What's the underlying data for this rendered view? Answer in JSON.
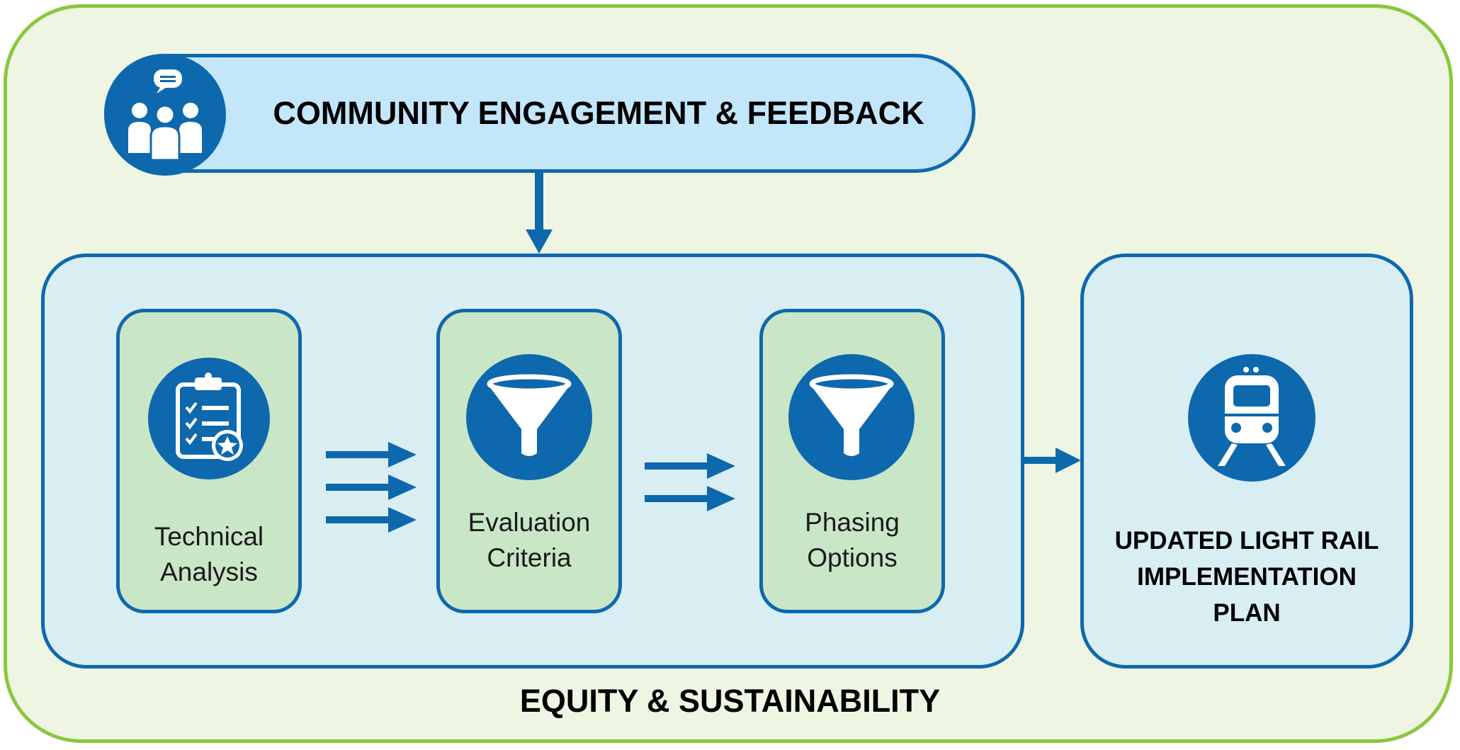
{
  "header": {
    "title": "COMMUNITY ENGAGEMENT & FEEDBACK",
    "icon": "community-people-icon"
  },
  "steps": [
    {
      "line1": "Technical",
      "line2": "Analysis",
      "icon": "clipboard-checklist-icon"
    },
    {
      "line1": "Evaluation",
      "line2": "Criteria",
      "icon": "funnel-icon"
    },
    {
      "line1": "Phasing",
      "line2": "Options",
      "icon": "funnel-icon"
    }
  ],
  "result": {
    "line1": "UPDATED LIGHT RAIL",
    "line2": "IMPLEMENTATION",
    "line3": "PLAN",
    "icon": "train-icon"
  },
  "footer": {
    "label": "EQUITY & SUSTAINABILITY"
  },
  "colors": {
    "outer_border": "#8cc63f",
    "outer_fill": "#eef5e2",
    "accent_blue": "#0e68ad",
    "pill_fill": "#c4e6fa",
    "card_fill": "#c9e6c6",
    "panel_fill": "#d8eef2"
  }
}
